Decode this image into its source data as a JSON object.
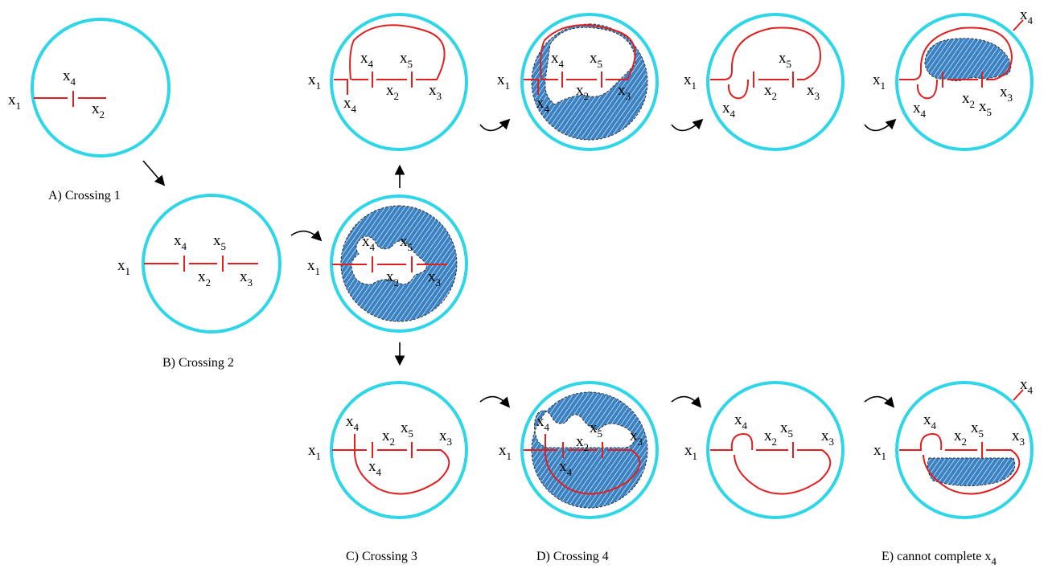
{
  "captions": {
    "a": "A)  Crossing 1",
    "b": "B)  Crossing 2",
    "c": "C)  Crossing 3",
    "d": "D)  Crossing 4",
    "e": "E) cannot complete x"
  },
  "caption_e_sub": "4",
  "var": "x",
  "subs": {
    "s1": "1",
    "s2": "2",
    "s3": "3",
    "s4": "4",
    "s5": "5"
  },
  "colors": {
    "disk": "#2fd6e8",
    "strand": "#e02020",
    "shade": "#3a82c4"
  }
}
